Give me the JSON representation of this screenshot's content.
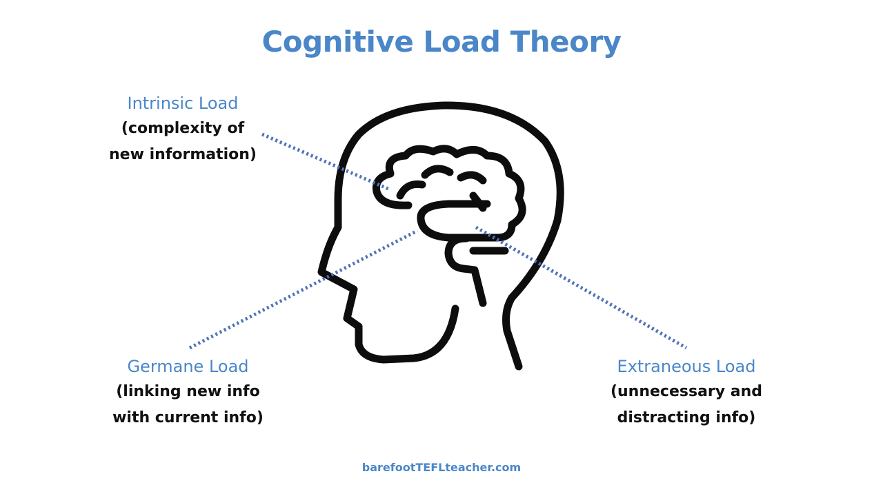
{
  "title": "Cognitive Load Theory",
  "colors": {
    "accent": "#4a86c8",
    "line": "#4f72b8",
    "ink": "#0d0d0d",
    "background": "#ffffff"
  },
  "labels": {
    "intrinsic": {
      "heading": "Intrinsic Load",
      "desc_line1": "(complexity of",
      "desc_line2": "new information)"
    },
    "germane": {
      "heading": "Germane Load",
      "desc_line1": "(linking new info",
      "desc_line2": "with current info)"
    },
    "extraneous": {
      "heading": "Extraneous Load",
      "desc_line1": "(unnecessary and",
      "desc_line2": "distracting info)"
    }
  },
  "icon": "head-brain-icon",
  "footer": "barefootTEFLteacher.com"
}
